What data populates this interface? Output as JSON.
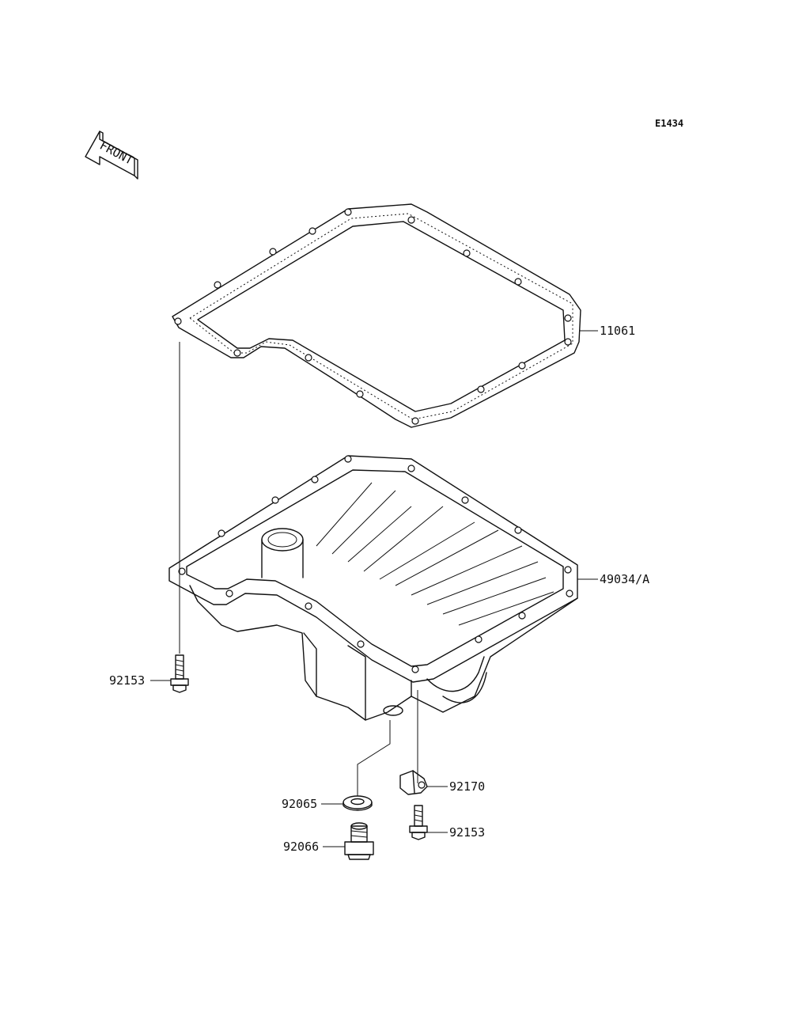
{
  "diagram_code": "E1434",
  "front_arrow_text": "FRONT",
  "parts": {
    "gasket": "11061",
    "oil_pan": "49034/A",
    "bolt_left": "92153",
    "washer": "92065",
    "drain_plug": "92066",
    "clamp": "92170",
    "bolt_right": "92153"
  }
}
